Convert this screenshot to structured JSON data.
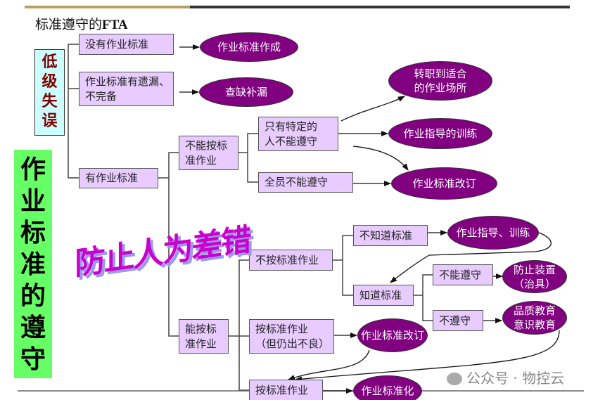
{
  "title": {
    "main": "标准遵守的",
    "suffix": "FTA"
  },
  "side_labels": {
    "low_error": "低级失误",
    "main_topic": "作业标准的遵守"
  },
  "watermark_art": "防止人为差错",
  "watermark_account": "公众号 · 物控云",
  "boxes": {
    "no_standard": "没有作业标准",
    "incomplete": "作业标准有遗漏、\n不完备",
    "has_standard": "有作业标准",
    "cannot_follow": "不能按标\n准作业",
    "specific_people": "只有特定的\n人不能遵守",
    "everyone_cannot": "全员不能遵守",
    "not_following": "不按标准作业",
    "unknown_standard": "不知道标准",
    "known_standard": "知道标准",
    "unable_comply": "不能遵守",
    "not_comply": "不遵守",
    "can_follow": "能按标\n准作业",
    "follow_but_defect": "按标准作业\n（但仍出不良）",
    "follow_standard": "按标准作业"
  },
  "actions": {
    "create_standard": "作业标准作成",
    "fill_gaps": "查缺补漏",
    "transfer": "转职到适合\n的作业场所",
    "guidance_training": "作业指导的训练",
    "revise_top": "作业标准改订",
    "guidance_training2": "作业指导、训练",
    "prevention_device": "防止装置\n（治具）",
    "quality_education": "品质教育\n意识教育",
    "revise_mid": "作业标准改订",
    "standardize": "作业标准化"
  },
  "colors": {
    "box": "#e8ccff",
    "ellipse": "#800080",
    "low_box": "#ccffff",
    "green_box": "#66ff66",
    "bar_gold": "#b8a060",
    "bar_dark": "#333333"
  }
}
